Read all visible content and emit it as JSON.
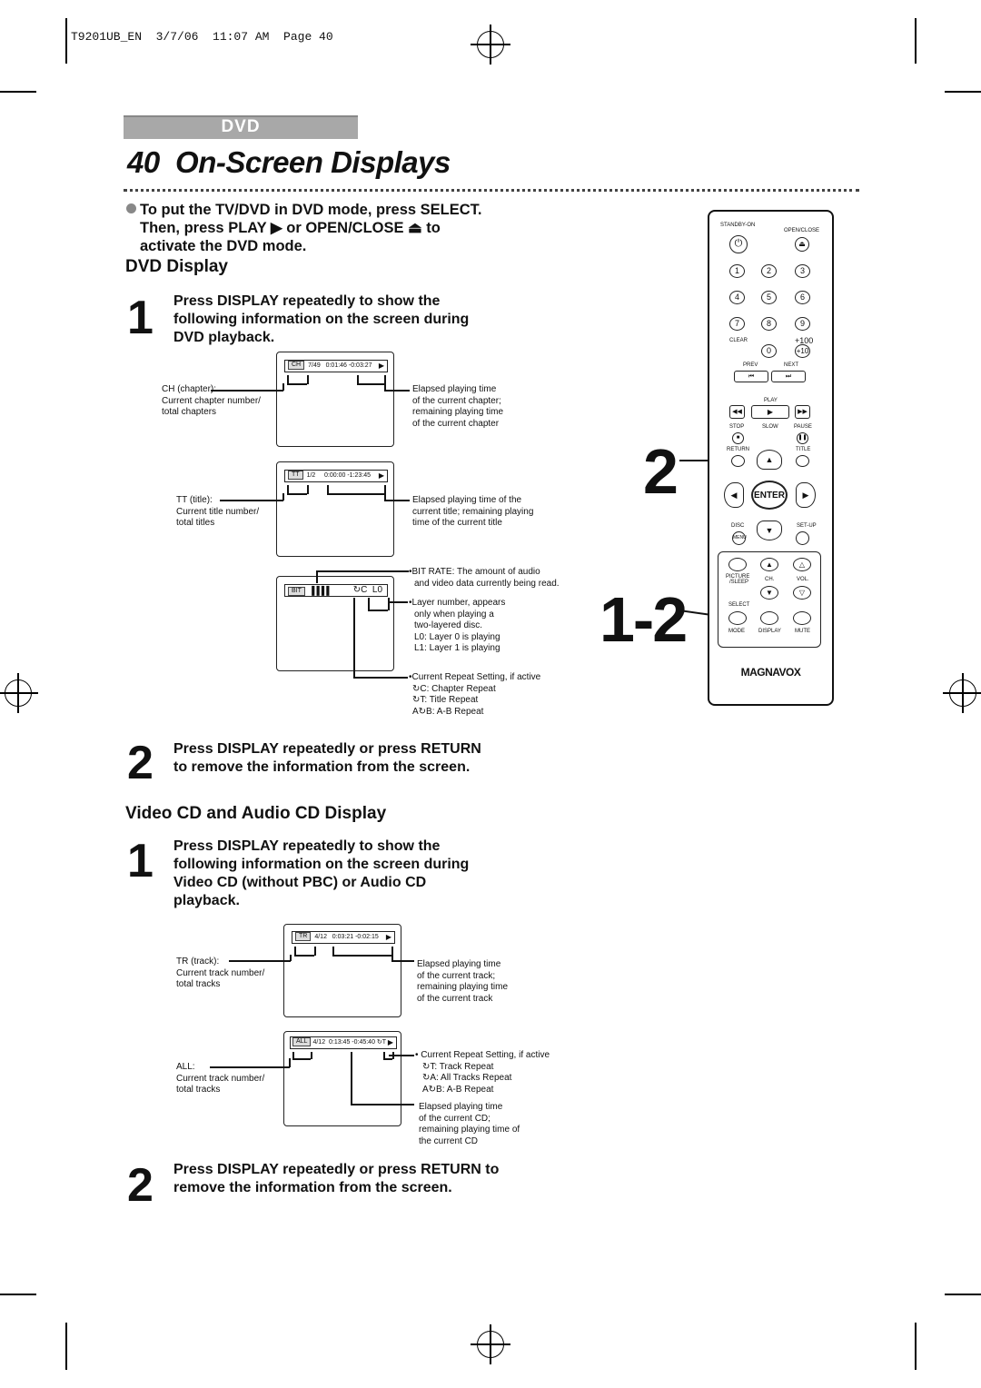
{
  "header": {
    "slug": "T9201UB_EN  3/7/06  11:07 AM  Page 40"
  },
  "section_tab": "DVD",
  "page_title": "40  On-Screen Displays",
  "intro": {
    "line1": "To put the TV/DVD in DVD mode, press SELECT.",
    "line2": "Then, press PLAY ▶ or OPEN/CLOSE ⏏ to",
    "line3": "activate the DVD mode."
  },
  "dvd": {
    "heading": "DVD Display",
    "step1": {
      "num": "1",
      "lines": [
        "Press DISPLAY repeatedly to show the",
        "following information on the screen during",
        "DVD playback."
      ]
    },
    "screen_ch": {
      "label": "CH",
      "value": "7/49   0:01:46 -0:03:27"
    },
    "ch_left": [
      "CH (chapter):",
      "Current chapter number/",
      "total chapters"
    ],
    "ch_right": [
      "Elapsed playing time",
      "of the current chapter;",
      "remaining playing time",
      "of the current chapter"
    ],
    "screen_tt": {
      "label": "TT",
      "value": "1/2     0:00:00 -1:23:45"
    },
    "tt_left": [
      "TT (title):",
      "Current title number/",
      "total titles"
    ],
    "tt_right": [
      "Elapsed playing time of the",
      "current title; remaining playing",
      "time of the current title"
    ],
    "screen_bit": {
      "label": "BIT",
      "value": "▐▐▐▐",
      "repeat": "↻C  L0"
    },
    "bitrate": [
      "•BIT RATE: The amount of audio",
      "and video data currently being read."
    ],
    "layer": [
      "•Layer number, appears",
      "only when playing a",
      "two-layered disc.",
      "L0: Layer 0 is playing",
      "L1: Layer 1 is playing"
    ],
    "repeat": [
      "•Current Repeat Setting, if active",
      "↻C: Chapter Repeat",
      "↻T: Title Repeat",
      "A↻B: A-B Repeat"
    ],
    "step2": {
      "num": "2",
      "lines": [
        "Press DISPLAY repeatedly or press RETURN",
        "to remove the information from the screen."
      ]
    }
  },
  "vcd": {
    "heading": "Video CD and Audio CD Display",
    "step1": {
      "num": "1",
      "lines": [
        "Press DISPLAY repeatedly to show the",
        "following information on the screen during",
        "Video CD (without PBC) or Audio CD",
        "playback."
      ]
    },
    "screen_tr": {
      "label": "TR",
      "value": "4/12   0:03:21 -0:02:15"
    },
    "tr_left": [
      "TR (track):",
      "Current track number/",
      "total tracks"
    ],
    "tr_right": [
      "Elapsed playing time",
      "of the current track;",
      "remaining playing time",
      "of the current track"
    ],
    "screen_all": {
      "label": "ALL",
      "value": "4/12  0:13:45 -0:45:40 ↻T"
    },
    "all_left": [
      "ALL:",
      "Current track number/",
      "total tracks"
    ],
    "all_repeat": [
      "• Current Repeat Setting, if active",
      "↻T: Track Repeat",
      "↻A: All Tracks Repeat",
      "A↻B: A-B Repeat"
    ],
    "all_elapsed": [
      "Elapsed playing time",
      "of the current CD;",
      "remaining playing time of",
      "the current CD"
    ],
    "step2": {
      "num": "2",
      "lines": [
        "Press DISPLAY repeatedly or press RETURN to",
        "remove the information from the screen."
      ]
    }
  },
  "callouts": {
    "two": "2",
    "onetwo": "1-2"
  },
  "remote": {
    "standby": "STANDBY-ON",
    "openclose": "OPEN/CLOSE",
    "digits": [
      "1",
      "2",
      "3",
      "4",
      "5",
      "6",
      "7",
      "8",
      "9"
    ],
    "clear": "CLEAR",
    "zero": "0",
    "plus100": "+100",
    "plus10": "+10",
    "prev": "PREV",
    "next": "NEXT",
    "play": "PLAY",
    "stop": "STOP",
    "slow": "SLOW",
    "pause": "PAUSE",
    "return": "RETURN",
    "title": "TITLE",
    "enter": "ENTER",
    "disc": "DISC",
    "menu": "MENU",
    "setup": "SET-UP",
    "picture": "PICTURE",
    "sleep": "/SLEEP",
    "ch": "CH.",
    "vol": "VOL.",
    "select": "SELECT",
    "mode": "MODE",
    "display": "DISPLAY",
    "mute": "MUTE",
    "brand": "MAGNAVOX"
  }
}
